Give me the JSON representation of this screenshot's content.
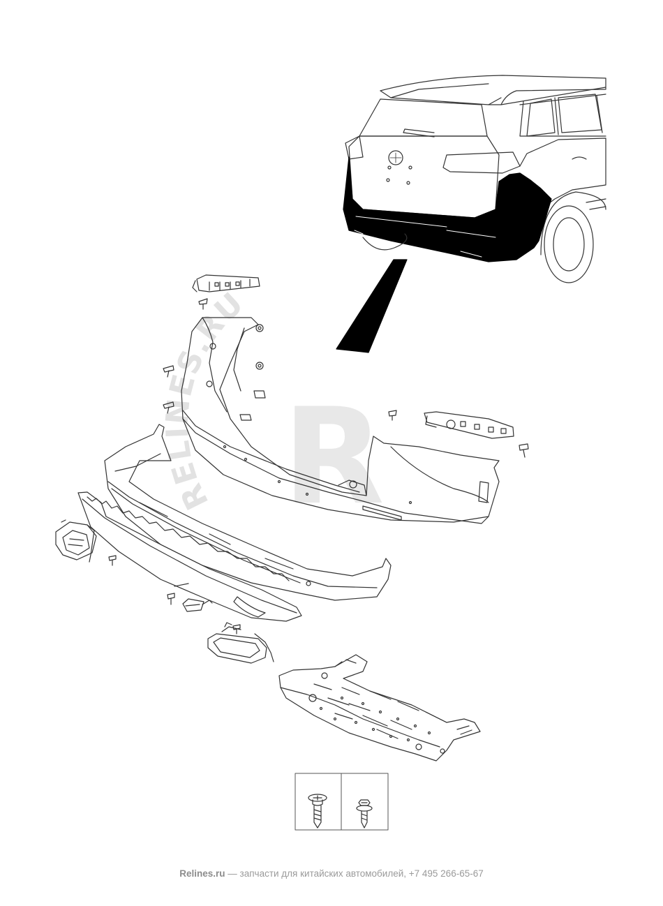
{
  "watermark": {
    "text": "RELINES.RU",
    "logo_letter": "R"
  },
  "footer": {
    "brand": "Relines.ru",
    "tagline": " — запчасти для китайских автомобилей, +7 495 266-65-67"
  },
  "colors": {
    "line": "#333333",
    "watermark": "#e2e2e2",
    "fill": "#000000"
  },
  "fastener_legend": {
    "items": [
      {
        "icon": "flat-head-tapping-screw-icon"
      },
      {
        "icon": "flange-hex-bolt-icon"
      }
    ]
  }
}
